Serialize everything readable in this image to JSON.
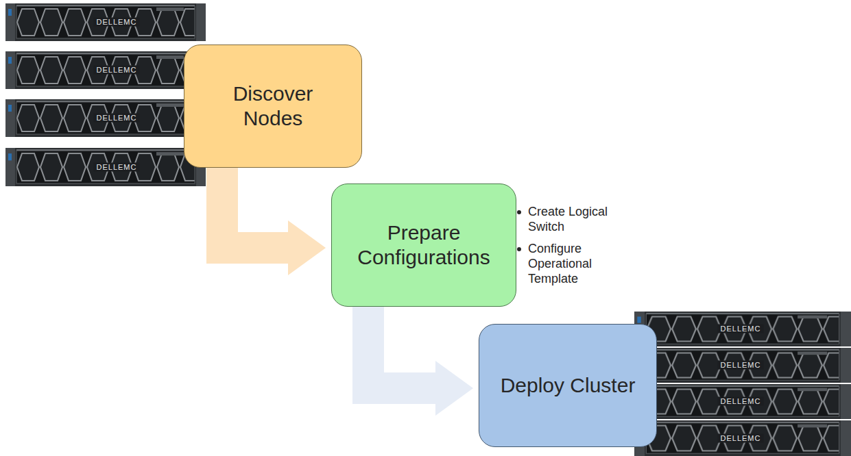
{
  "diagram": {
    "nodes": [
      {
        "text": [
          "Discover Nodes"
        ]
      },
      {
        "text": [
          "Prepare Configurations"
        ]
      },
      {
        "text": [
          "Deploy Cluster"
        ]
      }
    ],
    "edges": [
      {
        "from": 0,
        "to": 1,
        "arrow": "to"
      },
      {
        "from": 1,
        "to": 2,
        "arrow": "to"
      }
    ],
    "labels": [
      "Create Logical Switch",
      "Configure Operational Template",
      "DELLEMC",
      "DELLEMC",
      "DELLEMC",
      "DELLEMC",
      "DELLEMC",
      "DELLEMC",
      "DELLEMC",
      "DELLEMC"
    ]
  }
}
